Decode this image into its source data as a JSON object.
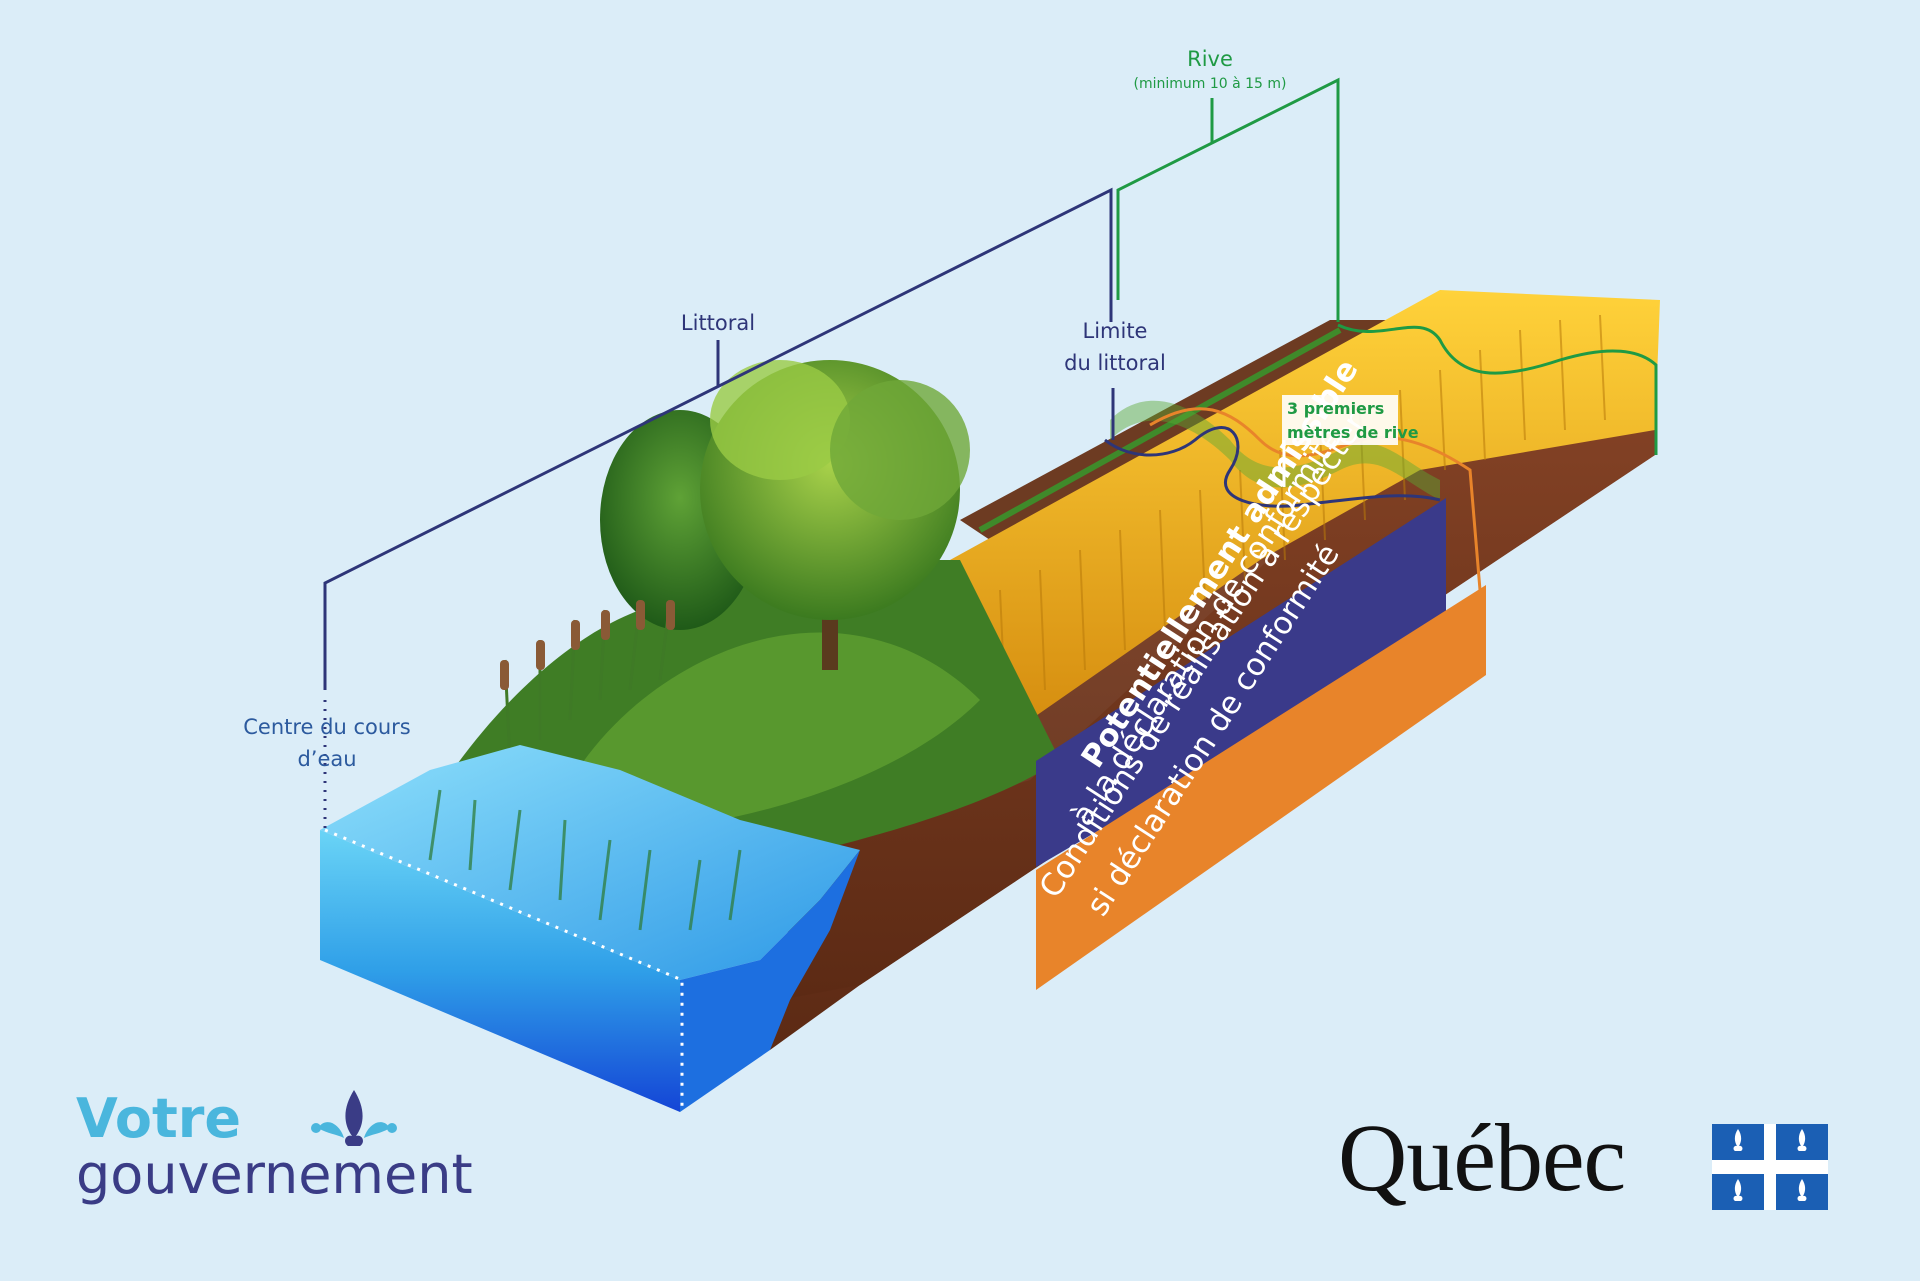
{
  "labels": {
    "rive": "Rive",
    "rive_sub": "(minimum 10 à 15 m)",
    "littoral": "Littoral",
    "limite_line1": "Limite",
    "limite_line2": "du littoral",
    "centre_line1": "Centre du cours",
    "centre_line2": "d’eau",
    "premiers_line1": "3 premiers",
    "premiers_line2": "mètres de rive"
  },
  "banners": {
    "purple_line1": "Potentiellement admissible",
    "purple_line2": "à la déclaration de conformité",
    "orange_line1": "Conditions de réalisation à respecter",
    "orange_line2": "si déclaration de conformité"
  },
  "branding": {
    "left_line1": "Votre",
    "left_line2": "gouvernement",
    "right_word": "Québec"
  },
  "colors": {
    "background": "#dbedf8",
    "navy_line": "#2e3578",
    "green_line": "#1f9a44",
    "orange_banner": "#e8842a",
    "purple_banner": "#3a3a8a",
    "water": "#2a8fe0",
    "soil": "#7a3b22",
    "wheat": "#e8b21c"
  }
}
